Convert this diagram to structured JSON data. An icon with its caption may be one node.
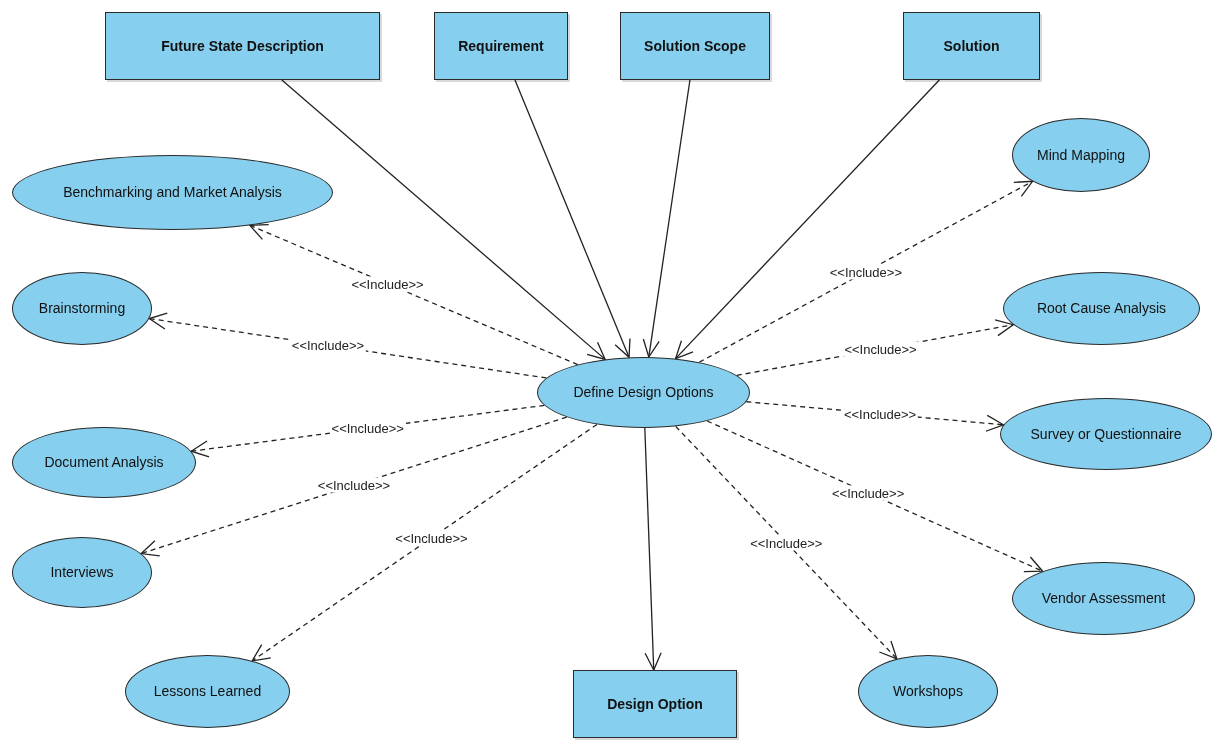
{
  "diagram": {
    "nodes": [
      {
        "text": [
          "Future State Description"
        ]
      },
      {
        "text": [
          "Requirement"
        ]
      },
      {
        "text": [
          "Solution Scope"
        ]
      },
      {
        "text": [
          "Solution"
        ]
      },
      {
        "text": [
          "Benchmarking and Market Analysis"
        ]
      },
      {
        "text": [
          "Mind Mapping"
        ]
      },
      {
        "text": [
          "Brainstorming"
        ]
      },
      {
        "text": [
          "Root Cause Analysis"
        ]
      },
      {
        "text": [
          "Define Design Options"
        ]
      },
      {
        "text": [
          "Document Analysis"
        ]
      },
      {
        "text": [
          "Survey or Questionnaire"
        ]
      },
      {
        "text": [
          "Interviews"
        ]
      },
      {
        "text": [
          "Vendor Assessment"
        ]
      },
      {
        "text": [
          "Lessons Learned"
        ]
      },
      {
        "text": [
          "Workshops"
        ]
      },
      {
        "text": [
          "Design Option"
        ]
      }
    ],
    "edges": [
      {
        "from": 0,
        "to": 8,
        "arrow": "to"
      },
      {
        "from": 1,
        "to": 8,
        "arrow": "to"
      },
      {
        "from": 2,
        "to": 8,
        "arrow": "to"
      },
      {
        "from": 3,
        "to": 8,
        "arrow": "to"
      },
      {
        "from": 8,
        "to": 4,
        "arrow": "to",
        "label": "<<Include>>",
        "style": "dashed"
      },
      {
        "from": 8,
        "to": 5,
        "arrow": "to",
        "label": "<<Include>>",
        "style": "dashed"
      },
      {
        "from": 8,
        "to": 6,
        "arrow": "to",
        "label": "<<Include>>",
        "style": "dashed"
      },
      {
        "from": 8,
        "to": 7,
        "arrow": "to",
        "label": "<<Include>>",
        "style": "dashed"
      },
      {
        "from": 8,
        "to": 9,
        "arrow": "to",
        "label": "<<Include>>",
        "style": "dashed"
      },
      {
        "from": 8,
        "to": 10,
        "arrow": "to",
        "label": "<<Include>>",
        "style": "dashed"
      },
      {
        "from": 8,
        "to": 11,
        "arrow": "to",
        "label": "<<Include>>",
        "style": "dashed"
      },
      {
        "from": 8,
        "to": 12,
        "arrow": "to",
        "label": "<<Include>>",
        "style": "dashed"
      },
      {
        "from": 8,
        "to": 13,
        "arrow": "to",
        "label": "<<Include>>",
        "style": "dashed"
      },
      {
        "from": 8,
        "to": 14,
        "arrow": "to",
        "label": "<<Include>>",
        "style": "dashed"
      },
      {
        "from": 8,
        "to": 15,
        "arrow": "to"
      }
    ]
  }
}
